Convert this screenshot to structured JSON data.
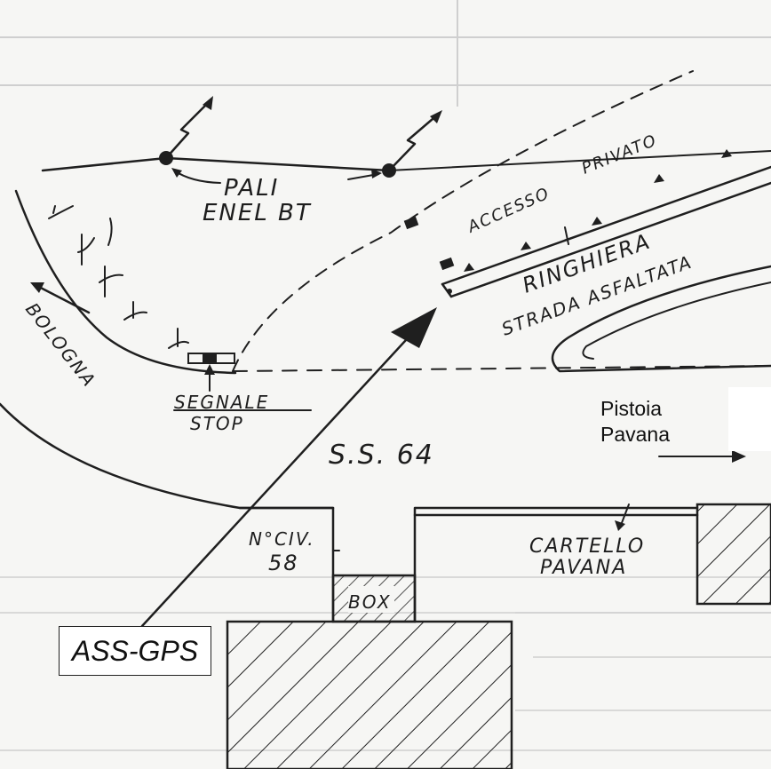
{
  "labels": {
    "pali_line1": "PALI",
    "pali_line2": "ENEL BT",
    "accesso_word1": "ACCESSO",
    "accesso_word2": "PRIVATO",
    "ringhiera": "RINGHIERA",
    "strada": "STRADA ASFALTATA",
    "bologna": "BOLOGNA",
    "segnale_line1": "SEGNALE",
    "segnale_line2": "STOP",
    "ss64": "S.S. 64",
    "civ_line1": "N°CIV.",
    "civ_line2": "58",
    "box": "BOX",
    "cartello_line1": "CARTELLO",
    "cartello_line2": "PAVANA",
    "ass_gps": "ASS-GPS",
    "dest_line1": "Pistoia",
    "dest_line2": "Pavana"
  },
  "colors": {
    "ink": "#1f1f1f",
    "paper": "#f6f6f4",
    "label_box": "#ffffff"
  }
}
